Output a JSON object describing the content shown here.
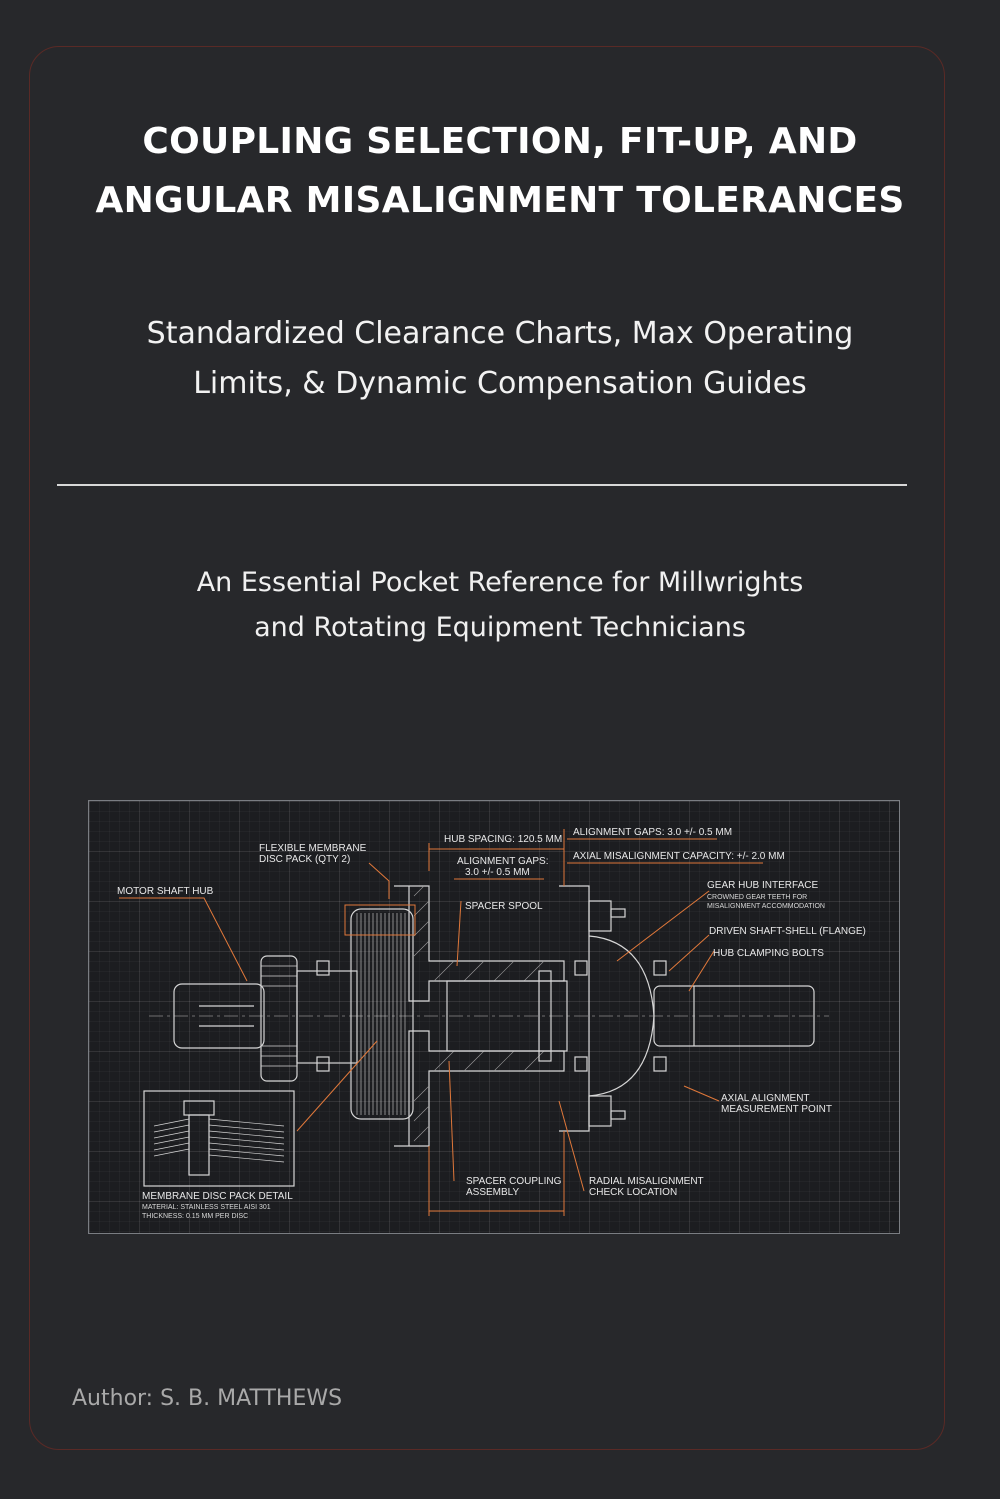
{
  "cover": {
    "title_line1": "COUPLING SELECTION, FIT-UP, AND",
    "title_line2": "ANGULAR MISALIGNMENT TOLERANCES",
    "subtitle_line1": "Standardized Clearance Charts, Max Operating",
    "subtitle_line2": "Limits, & Dynamic Compensation Guides",
    "tagline_line1": "An Essential Pocket Reference for Millwrights",
    "tagline_line2": "and Rotating Equipment Technicians",
    "author": "Author: S. B. MATTHEWS"
  },
  "colors": {
    "background": "#27282b",
    "frame_border": "#5a2a26",
    "callout_orange": "#e0783a",
    "linework": "#d6d6d6"
  },
  "diagram": {
    "labels": {
      "flexible_membrane_1": "FLEXIBLE MEMBRANE",
      "flexible_membrane_2": "DISC PACK (QTY 2)",
      "motor_shaft_hub": "MOTOR SHAFT HUB",
      "hub_spacing": "HUB SPACING: 120.5 MM",
      "alignment_gaps_inner_1": "ALIGNMENT GAPS:",
      "alignment_gaps_inner_2": "3.0 +/- 0.5 MM",
      "spacer_spool": "SPACER SPOOL",
      "alignment_gaps_top": "ALIGNMENT GAPS: 3.0 +/- 0.5 MM",
      "axial_capacity": "AXIAL MISALIGNMENT CAPACITY: +/- 2.0 MM",
      "gear_hub_1": "GEAR HUB INTERFACE",
      "gear_hub_2": "CROWNED GEAR TEETH FOR",
      "gear_hub_3": "MISALIGNMENT ACCOMMODATION",
      "driven_shaft": "DRIVEN SHAFT-SHELL (FLANGE)",
      "clamping_bolts": "HUB CLAMPING BOLTS",
      "axial_point_1": "AXIAL ALIGNMENT",
      "axial_point_2": "MEASUREMENT POINT",
      "spacer_assembly_1": "SPACER COUPLING",
      "spacer_assembly_2": "ASSEMBLY",
      "radial_check_1": "RADIAL MISALIGNMENT",
      "radial_check_2": "CHECK LOCATION",
      "disc_detail_1": "MEMBRANE DISC PACK DETAIL",
      "disc_detail_2": "MATERIAL: STAINLESS STEEL AISI 301",
      "disc_detail_3": "THICKNESS: 0.15 MM PER DISC"
    }
  }
}
